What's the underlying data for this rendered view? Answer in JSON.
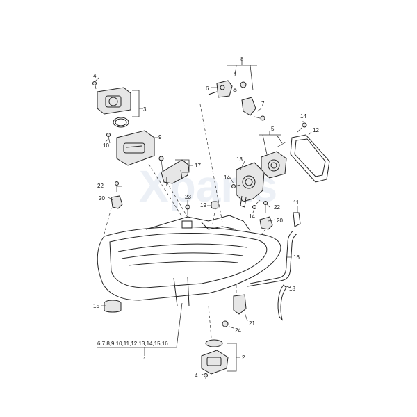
{
  "watermark": "Xparts",
  "callouts": {
    "c4a": "4",
    "c3": "3",
    "c9": "9",
    "c10": "10",
    "c8": "8",
    "c7a": "7",
    "c6": "6",
    "c7b": "7",
    "c14a": "14",
    "c5": "5",
    "c12": "12",
    "c17": "17",
    "c13": "13",
    "c14b": "14",
    "c22a": "22",
    "c20a": "20",
    "c23": "23",
    "c19": "19",
    "c22b": "22",
    "c14c": "14",
    "c20b": "20",
    "c11": "11",
    "c16": "16",
    "c18": "18",
    "c15": "15",
    "c21": "21",
    "c24": "24",
    "group_list": "6,7,8,9,10,11,12,13,14,15,16",
    "c1": "1",
    "c2": "2",
    "c4b": "4"
  }
}
